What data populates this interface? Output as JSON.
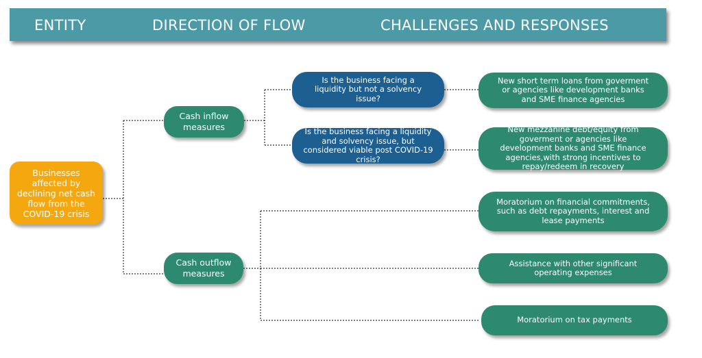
{
  "header": {
    "entity": "ENTITY",
    "direction": "DIRECTION OF FLOW",
    "challenges": "CHALLENGES AND RESPONSES"
  },
  "root": {
    "label": "Businesses affected by declining net cash flow from the COVID-19 crisis"
  },
  "inflow": {
    "label": "Cash inflow measures",
    "questions": [
      {
        "label": "Is the business facing a liquidity but not a solvency issue?",
        "response": "New short term loans from goverment or agencies like development banks and SME finance agencies"
      },
      {
        "label": "Is the business facing a liquidity and solvency issue, but considered viable post COVID-19 crisis?",
        "response": "New mezzanine debt/equity from goverment or agencies like development banks and SME finance agencies,with strong incentives to repay/redeem in recovery"
      }
    ]
  },
  "outflow": {
    "label": "Cash outflow measures",
    "responses": [
      "Moratorium on financial commitments, such as debt repayments, interest and lease payments",
      "Assistance with other significant operating expenses",
      "Moratorium on tax payments"
    ]
  },
  "colors": {
    "header": "#4c9aa6",
    "green": "#2e8a6e",
    "blue": "#1d5f90",
    "orange": "#f4a70e"
  }
}
